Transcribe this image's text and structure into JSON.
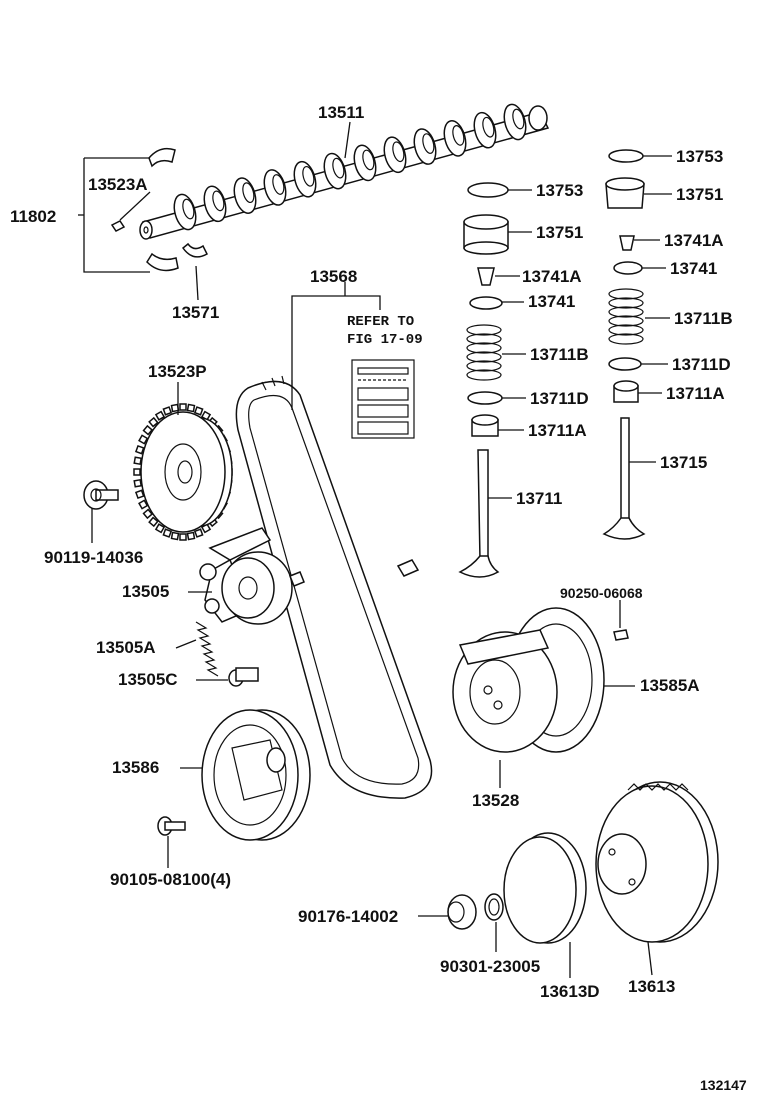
{
  "labels": {
    "l13511": "13511",
    "l13523A": "13523A",
    "l11802": "11802",
    "l13571": "13571",
    "l13568": "13568",
    "l13523P": "13523P",
    "l90119": "90119-14036",
    "l13505": "13505",
    "l13505A": "13505A",
    "l13505C": "13505C",
    "l13586": "13586",
    "l90105": "90105-08100(4)",
    "l90176": "90176-14002",
    "l90301": "90301-23005",
    "l13613D": "13613D",
    "l13613": "13613",
    "l13528": "13528",
    "l13585A": "13585A",
    "l90250": "90250-06068",
    "l13753a": "13753",
    "l13751a": "13751",
    "l13741Aa": "13741A",
    "l13741a": "13741",
    "l13711Ba": "13711B",
    "l13711Da": "13711D",
    "l13711A": "13711A",
    "l13711": "13711",
    "l13753b": "13753",
    "l13751b": "13751",
    "l13741Ab": "13741A",
    "l13741b": "13741",
    "l13711Bb": "13711B",
    "l13711Db": "13711D",
    "l13711Ab": "13711A",
    "l13715": "13715"
  },
  "reference": {
    "line1": "REFER TO",
    "line2": "FIG 17-09"
  },
  "figure_number": "132147"
}
